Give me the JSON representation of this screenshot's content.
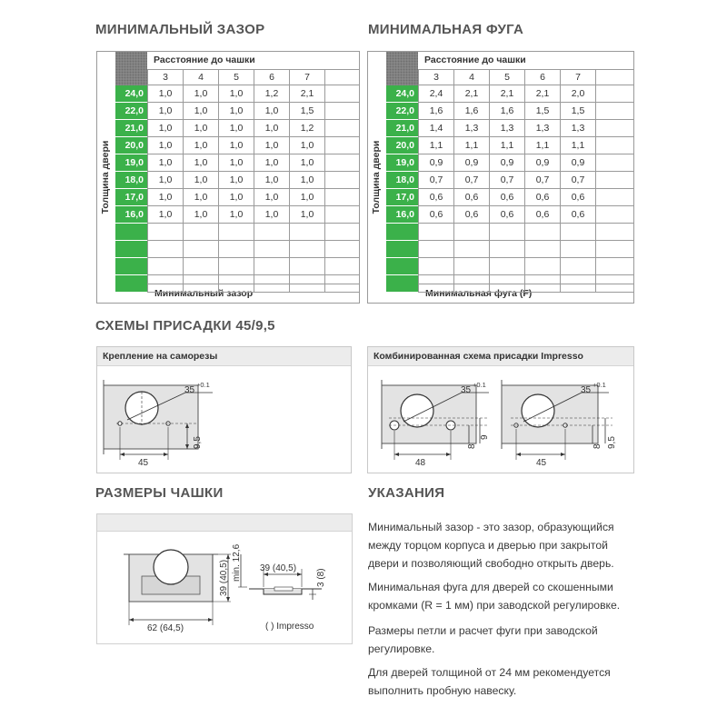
{
  "sections": {
    "min_gap_title": "МИНИМАЛЬНЫЙ ЗАЗОР",
    "min_joint_title": "МИНИМАЛЬНАЯ ФУГА",
    "drilling_title": "СХЕМЫ ПРИСАДКИ 45/9,5",
    "cup_title": "РАЗМЕРЫ ЧАШКИ",
    "notes_title": "УКАЗАНИЯ"
  },
  "table_gap": {
    "header": "Расстояние до чашки",
    "side_label": "Толщина двери",
    "footer": "Минимальный зазор",
    "columns": [
      "3",
      "4",
      "5",
      "6",
      "7"
    ],
    "rows": [
      {
        "label": "24,0",
        "values": [
          "1,0",
          "1,0",
          "1,0",
          "1,2",
          "2,1"
        ]
      },
      {
        "label": "22,0",
        "values": [
          "1,0",
          "1,0",
          "1,0",
          "1,0",
          "1,5"
        ]
      },
      {
        "label": "21,0",
        "values": [
          "1,0",
          "1,0",
          "1,0",
          "1,0",
          "1,2"
        ]
      },
      {
        "label": "20,0",
        "values": [
          "1,0",
          "1,0",
          "1,0",
          "1,0",
          "1,0"
        ]
      },
      {
        "label": "19,0",
        "values": [
          "1,0",
          "1,0",
          "1,0",
          "1,0",
          "1,0"
        ]
      },
      {
        "label": "18,0",
        "values": [
          "1,0",
          "1,0",
          "1,0",
          "1,0",
          "1,0"
        ]
      },
      {
        "label": "17,0",
        "values": [
          "1,0",
          "1,0",
          "1,0",
          "1,0",
          "1,0"
        ]
      },
      {
        "label": "16,0",
        "values": [
          "1,0",
          "1,0",
          "1,0",
          "1,0",
          "1,0"
        ]
      }
    ]
  },
  "table_joint": {
    "header": "Расстояние до чашки",
    "side_label": "Толщина двери",
    "footer": "Минимальная фуга (F)",
    "columns": [
      "3",
      "4",
      "5",
      "6",
      "7"
    ],
    "rows": [
      {
        "label": "24,0",
        "values": [
          "2,4",
          "2,1",
          "2,1",
          "2,1",
          "2,0"
        ]
      },
      {
        "label": "22,0",
        "values": [
          "1,6",
          "1,6",
          "1,6",
          "1,5",
          "1,5"
        ]
      },
      {
        "label": "21,0",
        "values": [
          "1,4",
          "1,3",
          "1,3",
          "1,3",
          "1,3"
        ]
      },
      {
        "label": "20,0",
        "values": [
          "1,1",
          "1,1",
          "1,1",
          "1,1",
          "1,1"
        ]
      },
      {
        "label": "19,0",
        "values": [
          "0,9",
          "0,9",
          "0,9",
          "0,9",
          "0,9"
        ]
      },
      {
        "label": "18,0",
        "values": [
          "0,7",
          "0,7",
          "0,7",
          "0,7",
          "0,7"
        ]
      },
      {
        "label": "17,0",
        "values": [
          "0,6",
          "0,6",
          "0,6",
          "0,6",
          "0,6"
        ]
      },
      {
        "label": "16,0",
        "values": [
          "0,6",
          "0,6",
          "0,6",
          "0,6",
          "0,6"
        ]
      }
    ]
  },
  "drilling": {
    "panel_left_title": "Крепление на саморезы",
    "panel_right_title": "Комбинированная схема присадки Impresso",
    "dim_35": "35",
    "dim_tol": "+0.1",
    "dim_45": "45",
    "dim_48": "48",
    "dim_9_5": "9,5",
    "dim_8": "8",
    "dim_9": "9",
    "dim_9_5b": "9,5"
  },
  "cup": {
    "dim_min": "min. 12,6",
    "dim_39_side": "39 (40,5)",
    "dim_62": "62 (64,5)",
    "dim_39_top": "39 (40,5)",
    "dim_3_8": "3 (8)",
    "impresso_note": "( ) Impresso"
  },
  "notes": [
    "Минимальный зазор - это зазор, образующийся между торцом корпуса и дверью при закрытой двери и позволяющий свободно открыть дверь.",
    "Минимальная фуга для дверей со скошенными кромками (R = 1 мм) при заводской регулировке.",
    "Размеры петли и расчет фуги при заводской регулировке.",
    "Для дверей толщиной от 24 мм рекомендуется выполнить пробную навеску."
  ],
  "colors": {
    "green": "#3bb14a",
    "grid": "#9a9a9a",
    "drawing_fill": "#e3e3e3"
  }
}
